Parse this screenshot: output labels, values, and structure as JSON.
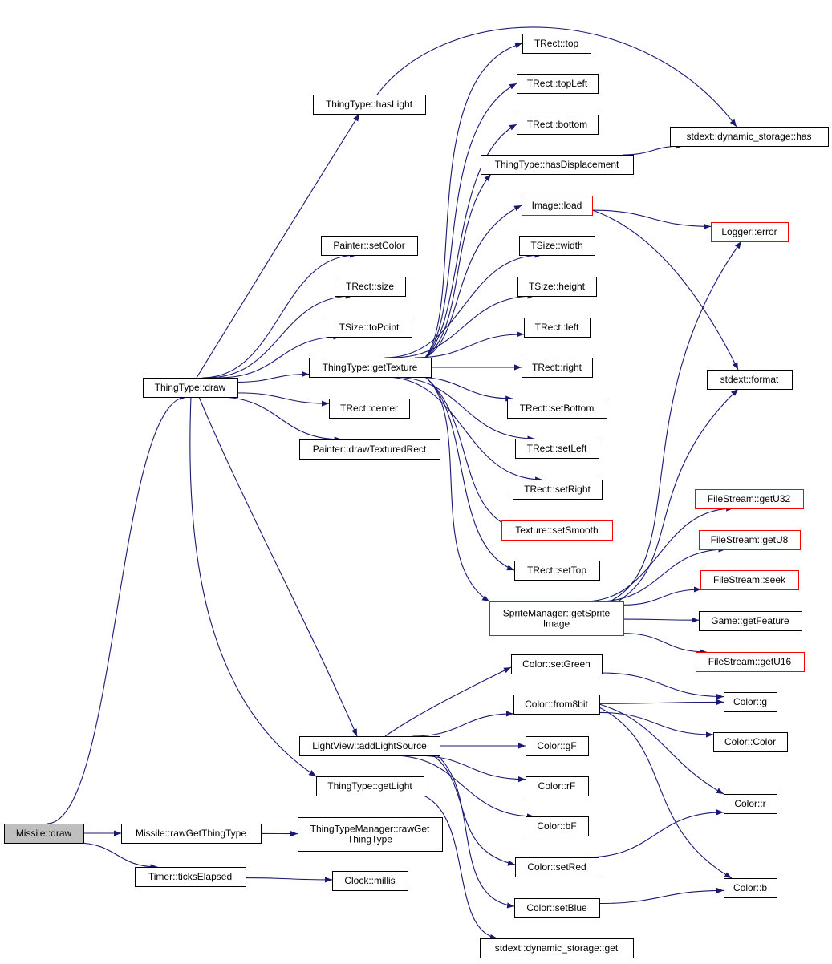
{
  "graph": {
    "colors": {
      "edge": "#191970",
      "node_border": "#000000",
      "undocumented_border": "#ff0000",
      "root_fill": "#bfbfbf"
    },
    "nodes": {
      "missile_draw": {
        "label": [
          "Missile::draw"
        ],
        "style": "root"
      },
      "thingtype_draw": {
        "label": [
          "ThingType::draw"
        ]
      },
      "missile_rawget": {
        "label": [
          "Missile::rawGetThingType"
        ]
      },
      "timer_ticks": {
        "label": [
          "Timer::ticksElapsed"
        ]
      },
      "ttm_rawget": {
        "label": [
          "ThingTypeManager::rawGet",
          "ThingType"
        ]
      },
      "clock_millis": {
        "label": [
          "Clock::millis"
        ]
      },
      "thingtype_haslight": {
        "label": [
          "ThingType::hasLight"
        ]
      },
      "painter_setcolor": {
        "label": [
          "Painter::setColor"
        ]
      },
      "trect_size": {
        "label": [
          "TRect::size"
        ]
      },
      "tsize_topoint": {
        "label": [
          "TSize::toPoint"
        ]
      },
      "thingtype_gettexture": {
        "label": [
          "ThingType::getTexture"
        ]
      },
      "trect_center": {
        "label": [
          "TRect::center"
        ]
      },
      "painter_drawtex": {
        "label": [
          "Painter::drawTexturedRect"
        ]
      },
      "lightview_add": {
        "label": [
          "LightView::addLightSource"
        ]
      },
      "thingtype_getlight": {
        "label": [
          "ThingType::getLight"
        ]
      },
      "trect_top": {
        "label": [
          "TRect::top"
        ]
      },
      "trect_topleft": {
        "label": [
          "TRect::topLeft"
        ]
      },
      "trect_bottom": {
        "label": [
          "TRect::bottom"
        ]
      },
      "thingtype_hasdisp": {
        "label": [
          "ThingType::hasDisplacement"
        ]
      },
      "image_load": {
        "label": [
          "Image::load"
        ],
        "style": "red"
      },
      "tsize_width": {
        "label": [
          "TSize::width"
        ]
      },
      "tsize_height": {
        "label": [
          "TSize::height"
        ]
      },
      "trect_left": {
        "label": [
          "TRect::left"
        ]
      },
      "trect_right": {
        "label": [
          "TRect::right"
        ]
      },
      "trect_setbottom": {
        "label": [
          "TRect::setBottom"
        ]
      },
      "trect_setleft": {
        "label": [
          "TRect::setLeft"
        ]
      },
      "trect_setright": {
        "label": [
          "TRect::setRight"
        ]
      },
      "texture_setsmooth": {
        "label": [
          "Texture::setSmooth"
        ],
        "style": "red"
      },
      "trect_settop": {
        "label": [
          "TRect::setTop"
        ]
      },
      "spritemgr_getimg": {
        "label": [
          "SpriteManager::getSprite",
          "Image"
        ],
        "style": "red"
      },
      "dyn_storage_has": {
        "label": [
          "stdext::dynamic_storage::has"
        ]
      },
      "logger_error": {
        "label": [
          "Logger::error"
        ],
        "style": "red"
      },
      "stdext_format": {
        "label": [
          "stdext::format"
        ]
      },
      "fs_getu32": {
        "label": [
          "FileStream::getU32"
        ],
        "style": "red"
      },
      "fs_getu8": {
        "label": [
          "FileStream::getU8"
        ],
        "style": "red"
      },
      "fs_seek": {
        "label": [
          "FileStream::seek"
        ],
        "style": "red"
      },
      "game_getfeature": {
        "label": [
          "Game::getFeature"
        ]
      },
      "fs_getu16": {
        "label": [
          "FileStream::getU16"
        ],
        "style": "red"
      },
      "color_setgreen": {
        "label": [
          "Color::setGreen"
        ]
      },
      "color_from8bit": {
        "label": [
          "Color::from8bit"
        ]
      },
      "color_gf": {
        "label": [
          "Color::gF"
        ]
      },
      "color_rf": {
        "label": [
          "Color::rF"
        ]
      },
      "color_bf": {
        "label": [
          "Color::bF"
        ]
      },
      "color_setred": {
        "label": [
          "Color::setRed"
        ]
      },
      "color_setblue": {
        "label": [
          "Color::setBlue"
        ]
      },
      "dyn_storage_get": {
        "label": [
          "stdext::dynamic_storage::get"
        ]
      },
      "color_g": {
        "label": [
          "Color::g"
        ]
      },
      "color_color": {
        "label": [
          "Color::Color"
        ]
      },
      "color_r": {
        "label": [
          "Color::r"
        ]
      },
      "color_b": {
        "label": [
          "Color::b"
        ]
      }
    },
    "edges": [
      [
        "missile_draw",
        "thingtype_draw"
      ],
      [
        "missile_draw",
        "missile_rawget"
      ],
      [
        "missile_draw",
        "timer_ticks"
      ],
      [
        "missile_rawget",
        "ttm_rawget"
      ],
      [
        "timer_ticks",
        "clock_millis"
      ],
      [
        "thingtype_draw",
        "thingtype_haslight"
      ],
      [
        "thingtype_draw",
        "painter_setcolor"
      ],
      [
        "thingtype_draw",
        "trect_size"
      ],
      [
        "thingtype_draw",
        "tsize_topoint"
      ],
      [
        "thingtype_draw",
        "thingtype_gettexture"
      ],
      [
        "thingtype_draw",
        "trect_center"
      ],
      [
        "thingtype_draw",
        "painter_drawtex"
      ],
      [
        "thingtype_draw",
        "lightview_add"
      ],
      [
        "thingtype_draw",
        "thingtype_getlight"
      ],
      [
        "thingtype_haslight",
        "dyn_storage_has"
      ],
      [
        "thingtype_gettexture",
        "trect_top"
      ],
      [
        "thingtype_gettexture",
        "trect_topleft"
      ],
      [
        "thingtype_gettexture",
        "trect_bottom"
      ],
      [
        "thingtype_gettexture",
        "thingtype_hasdisp"
      ],
      [
        "thingtype_gettexture",
        "image_load"
      ],
      [
        "thingtype_gettexture",
        "tsize_width"
      ],
      [
        "thingtype_gettexture",
        "tsize_height"
      ],
      [
        "thingtype_gettexture",
        "trect_left"
      ],
      [
        "thingtype_gettexture",
        "trect_right"
      ],
      [
        "thingtype_gettexture",
        "trect_setbottom"
      ],
      [
        "thingtype_gettexture",
        "trect_setleft"
      ],
      [
        "thingtype_gettexture",
        "trect_setright"
      ],
      [
        "thingtype_gettexture",
        "texture_setsmooth"
      ],
      [
        "thingtype_gettexture",
        "trect_settop"
      ],
      [
        "thingtype_gettexture",
        "spritemgr_getimg"
      ],
      [
        "thingtype_hasdisp",
        "dyn_storage_has"
      ],
      [
        "image_load",
        "logger_error"
      ],
      [
        "image_load",
        "stdext_format"
      ],
      [
        "spritemgr_getimg",
        "logger_error"
      ],
      [
        "spritemgr_getimg",
        "stdext_format"
      ],
      [
        "spritemgr_getimg",
        "fs_getu32"
      ],
      [
        "spritemgr_getimg",
        "fs_getu8"
      ],
      [
        "spritemgr_getimg",
        "fs_seek"
      ],
      [
        "spritemgr_getimg",
        "game_getfeature"
      ],
      [
        "spritemgr_getimg",
        "fs_getu16"
      ],
      [
        "lightview_add",
        "color_setgreen"
      ],
      [
        "lightview_add",
        "color_from8bit"
      ],
      [
        "lightview_add",
        "color_gf"
      ],
      [
        "lightview_add",
        "color_rf"
      ],
      [
        "lightview_add",
        "color_bf"
      ],
      [
        "lightview_add",
        "color_setred"
      ],
      [
        "lightview_add",
        "color_setblue"
      ],
      [
        "thingtype_getlight",
        "dyn_storage_get"
      ],
      [
        "color_setgreen",
        "color_g"
      ],
      [
        "color_from8bit",
        "color_g"
      ],
      [
        "color_from8bit",
        "color_color"
      ],
      [
        "color_from8bit",
        "color_r"
      ],
      [
        "color_from8bit",
        "color_b"
      ],
      [
        "color_setred",
        "color_r"
      ],
      [
        "color_setblue",
        "color_b"
      ]
    ]
  }
}
